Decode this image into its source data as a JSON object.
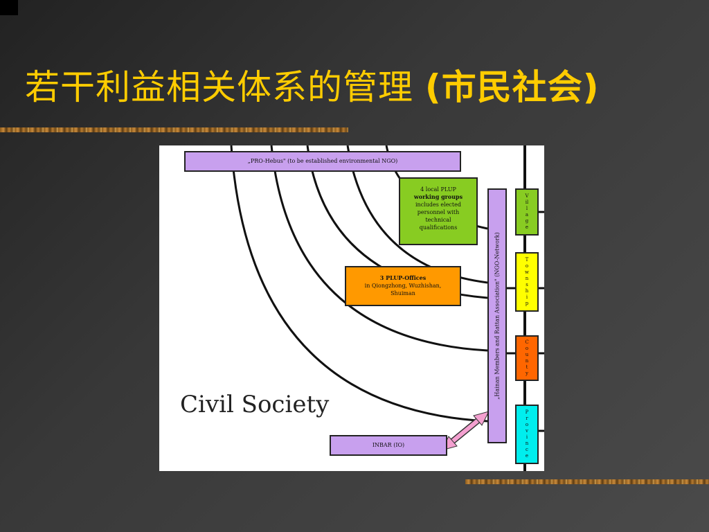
{
  "slide": {
    "title": "若干利益相关体系的管理",
    "title_paren": "(市民社会)",
    "title_color": "#ffcc00",
    "background": "#333333"
  },
  "diagram": {
    "top_box": "„PRO-Hebus\" (to be established environmental NGO)",
    "working_groups": {
      "line1": "4 local PLUP",
      "line2": "working groups",
      "line3": "includes elected",
      "line4": "personnel with",
      "line5": "technical",
      "line6": "qualifications",
      "color": "#88cc22"
    },
    "offices": {
      "line1": "3 PLUP-Offices",
      "line2": "in Qiongzhong, Wuzhishan,",
      "line3": "Shuiman",
      "color": "#ff9900"
    },
    "vertical_box": "„Hainan Members and Rattan Association\" (NGO-Network)",
    "insar_box": "INBAR (IO)",
    "civil_society": "Civil Society",
    "levels": [
      {
        "label": "Village",
        "color": "#88cc22"
      },
      {
        "label": "Township",
        "color": "#ffff00"
      },
      {
        "label": "County",
        "color": "#ff6600"
      },
      {
        "label": "Province",
        "color": "#00eeee"
      }
    ],
    "arrow_color": "#f4a0d0"
  }
}
